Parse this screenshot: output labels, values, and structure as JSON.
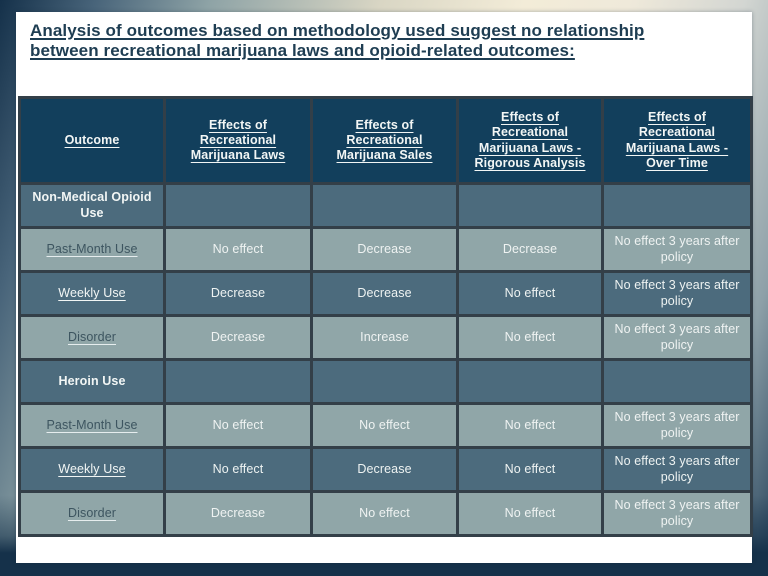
{
  "slide": {
    "title_lines": [
      "Analysis of outcomes based on methodology used suggest no relationship",
      "between recreational marijuana laws and opioid-related outcomes:"
    ]
  },
  "table": {
    "columns": [
      "Outcome",
      "Effects of Recreational Marijuana Laws",
      "Effects of Recreational Marijuana Sales",
      "Effects of Recreational Marijuana Laws - Rigorous Analysis",
      "Effects of Recreational Marijuana Laws - Over Time"
    ],
    "rows": [
      {
        "style": "section",
        "label": "Non-Medical Opioid Use",
        "label_is_link": false,
        "cells": [
          "",
          "",
          "",
          ""
        ]
      },
      {
        "style": "light",
        "label": "Past-Month Use",
        "label_is_link": true,
        "cells": [
          "No effect",
          "Decrease",
          "Decrease",
          "No effect 3 years after policy"
        ]
      },
      {
        "style": "dark",
        "label": "Weekly Use",
        "label_is_link": true,
        "cells": [
          "Decrease",
          "Decrease",
          "No effect",
          "No effect 3 years after policy"
        ]
      },
      {
        "style": "light",
        "label": "Disorder",
        "label_is_link": true,
        "cells": [
          "Decrease",
          "Increase",
          "No effect",
          "No effect 3 years after policy"
        ]
      },
      {
        "style": "section",
        "label": "Heroin Use",
        "label_is_link": false,
        "cells": [
          "",
          "",
          "",
          ""
        ]
      },
      {
        "style": "light",
        "label": "Past-Month Use",
        "label_is_link": true,
        "cells": [
          "No effect",
          "No effect",
          "No effect",
          "No effect 3 years after policy"
        ]
      },
      {
        "style": "dark",
        "label": "Weekly Use",
        "label_is_link": true,
        "cells": [
          "No effect",
          "Decrease",
          "No effect",
          "No effect 3 years after policy"
        ]
      },
      {
        "style": "light",
        "label": "Disorder",
        "label_is_link": true,
        "cells": [
          "Decrease",
          "No effect",
          "No effect",
          "No effect 3 years after policy"
        ]
      }
    ]
  },
  "colors": {
    "title_text": "#1E3D52",
    "header_bg": "#123F5C",
    "dark_row_bg": "#4C6B7D",
    "light_row_bg": "#90A6A8",
    "grid_border": "#333F48",
    "light_text": "#F2F6F5",
    "link_text_on_light": "#3D5560",
    "backdrop_navy": "#15314A",
    "backdrop_cream": "#F3ECD8"
  }
}
